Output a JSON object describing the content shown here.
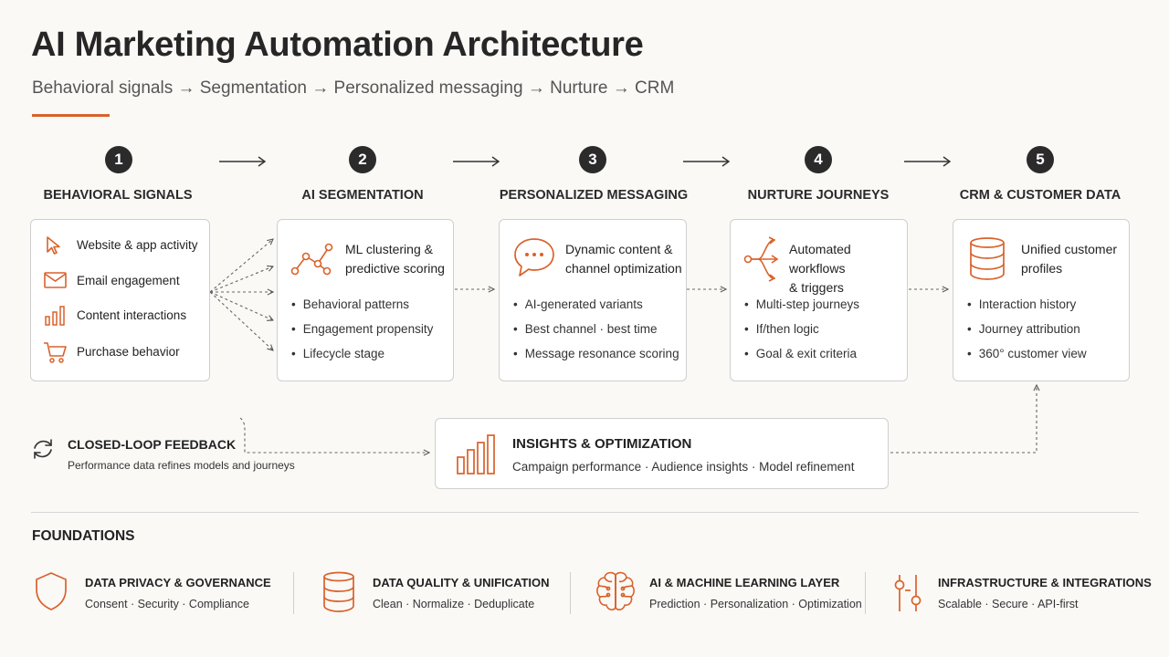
{
  "title": "AI Marketing Automation Architecture",
  "subtitle": "Behavioral signals → Segmentation → Personalized messaging → Nurture → CRM",
  "colors": {
    "accent": "#d9622b",
    "dark": "#2b2b2b",
    "border": "#cfcfcf"
  },
  "steps": [
    {
      "num": "1",
      "label": "BEHAVIORAL SIGNALS"
    },
    {
      "num": "2",
      "label": "AI SEGMENTATION"
    },
    {
      "num": "3",
      "label": "PERSONALIZED MESSAGING"
    },
    {
      "num": "4",
      "label": "NURTURE JOURNEYS"
    },
    {
      "num": "5",
      "label": "CRM & CUSTOMER DATA"
    }
  ],
  "signals": [
    {
      "icon": "cursor-icon",
      "label": "Website & app activity"
    },
    {
      "icon": "email-icon",
      "label": "Email engagement"
    },
    {
      "icon": "bar-chart-icon",
      "label": "Content interactions"
    },
    {
      "icon": "shopping-cart-icon",
      "label": "Purchase behavior"
    }
  ],
  "cards": [
    {
      "icon": "network-nodes-icon",
      "heading": "ML clustering &\npredictive scoring",
      "bullets": [
        "Behavioral patterns",
        "Engagement propensity",
        "Lifecycle stage"
      ]
    },
    {
      "icon": "chat-bubble-icon",
      "heading": "Dynamic content &\nchannel optimization",
      "bullets": [
        "AI-generated variants",
        "Best channel · best time",
        "Message resonance scoring"
      ]
    },
    {
      "icon": "branching-flow-icon",
      "heading": "Automated workflows\n& triggers",
      "bullets": [
        "Multi-step journeys",
        "If/then logic",
        "Goal & exit criteria"
      ]
    },
    {
      "icon": "database-icon",
      "heading": "Unified customer\nprofiles",
      "bullets": [
        "Interaction history",
        "Journey attribution",
        "360° customer view"
      ]
    }
  ],
  "feedback": {
    "icon": "refresh-icon",
    "title": "CLOSED-LOOP FEEDBACK",
    "subtitle": "Performance data refines models and journeys"
  },
  "insights": {
    "icon": "bar-chart-icon",
    "title": "INSIGHTS & OPTIMIZATION",
    "subtitle": "Campaign performance · Audience insights · Model refinement"
  },
  "foundations": {
    "title": "FOUNDATIONS",
    "items": [
      {
        "icon": "shield-icon",
        "title": "DATA PRIVACY & GOVERNANCE",
        "subtitle": "Consent · Security · Compliance"
      },
      {
        "icon": "database-icon",
        "title": "DATA QUALITY & UNIFICATION",
        "subtitle": "Clean · Normalize · Deduplicate"
      },
      {
        "icon": "brain-icon",
        "title": "AI & MACHINE LEARNING LAYER",
        "subtitle": "Prediction · Personalization · Optimization"
      },
      {
        "icon": "sliders-icon",
        "title": "INFRASTRUCTURE & INTEGRATIONS",
        "subtitle": "Scalable · Secure · API-first"
      }
    ]
  }
}
